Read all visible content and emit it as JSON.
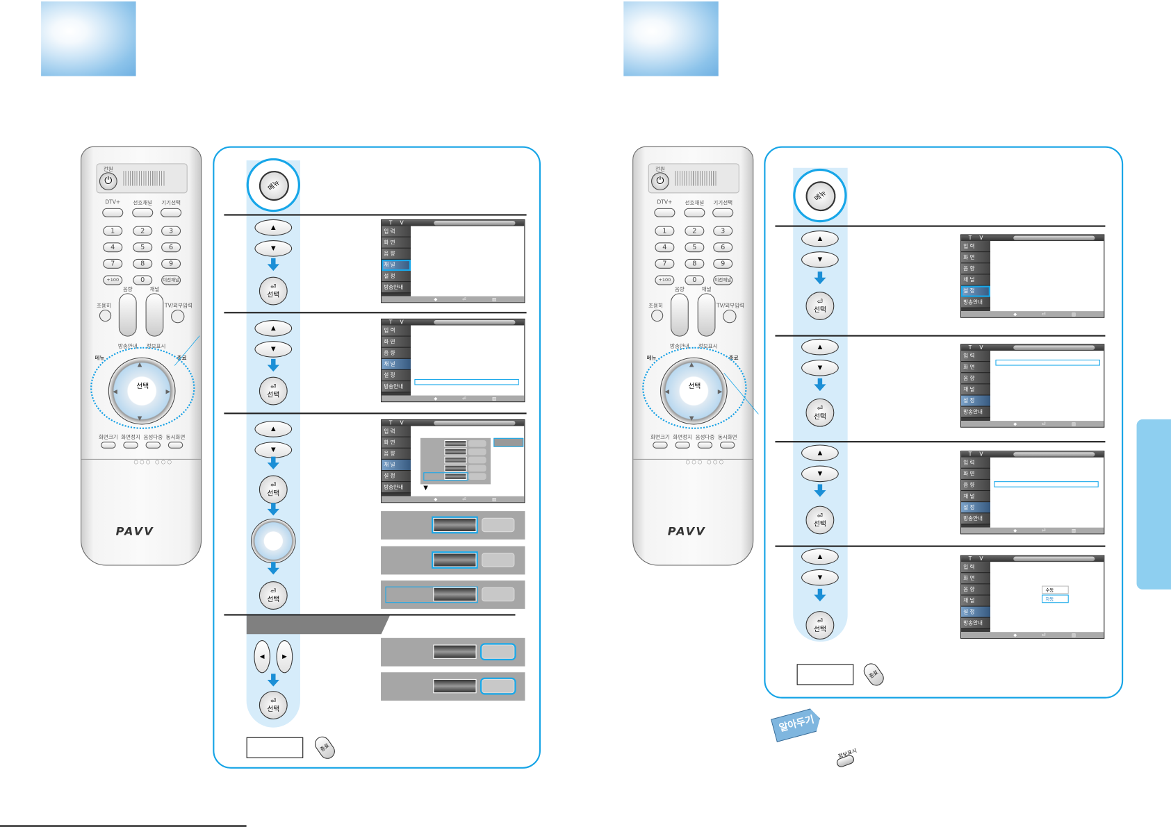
{
  "remote": {
    "power": "전원",
    "top_buttons": [
      "DTV+",
      "선호채널",
      "기기선택"
    ],
    "numbers": [
      "1",
      "2",
      "3",
      "4",
      "5",
      "6",
      "7",
      "8",
      "9",
      "+100",
      "0",
      "이전채널"
    ],
    "volume": "음량",
    "channel": "채널",
    "mute": "조용히",
    "input": "TV/외부입력",
    "guide": "방송안내",
    "info": "정보표시",
    "menu": "메뉴",
    "exit": "종료",
    "select": "선택",
    "bottom_buttons": [
      "화면크기",
      "화면정지",
      "음성다중",
      "동시화면"
    ],
    "brand": "PAVV"
  },
  "tv": {
    "title": "T V",
    "menu_items": [
      "입 력",
      "화 면",
      "음 향",
      "채 널",
      "설 정",
      "방송안내"
    ]
  },
  "steps": {
    "menu_label": "메뉴",
    "select_label": "선택"
  },
  "popup": {
    "options": [
      "수동",
      "자동"
    ]
  },
  "note": {
    "label": "알아두기",
    "info_button": "정보표시"
  },
  "colors": {
    "accent": "#16a4e6",
    "strip": "#d6ecfa",
    "side_tab": "#8ecff0"
  }
}
